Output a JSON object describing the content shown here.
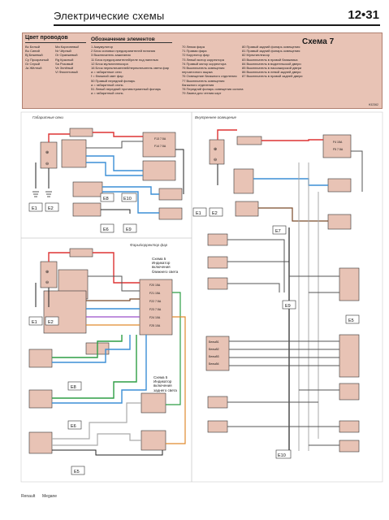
{
  "header": {
    "title": "Электрические схемы",
    "page_number": "12•31"
  },
  "legend": {
    "wire_colors_title": "Цвет проводов",
    "wire_colors_col1": [
      "Вс Белый",
      "Bu Синий",
      "Bj Бежевый",
      "Cy Прозрачный",
      "Gr Серый",
      "Ja Жёлтый"
    ],
    "wire_colors_col2": [
      "Мa Коричневый",
      "Nr Чёрный",
      "Or Оранжевый",
      "Rg Красный",
      "Sa Розовый",
      "Ve Зелёный",
      "Vi Фиолетовый"
    ],
    "elements_title": "Обозначение элементов",
    "elements_col1": [
      "1 Аккумулятор",
      "2 Блок силовых предохранителей питания",
      "3 Выключатель зажигания",
      "11 Блок предохранителей/реле под панелью",
      "12 Блок мультиплексора",
      "16 Блок переключателей/переключатель света фар",
      "a = габаритные огни",
      "f = ближний свет фар",
      "50 Правый передний фонарь",
      "a = габаритный огонь",
      "51 Левый передний противотуманный фонарь",
      "a = габаритный огонь"
    ],
    "elements_col2": [
      "70 Левая фара",
      "71 Правая фара",
      "72 Корректор фар",
      "73 Левый мотор корректора",
      "74 Правый мотор корректора",
      "75 Выключатель освещения",
      "перчаточного ящика",
      "76 Освещение багажного отделения",
      "77 Выключатель освещения",
      "багажного отделения",
      "78 Передний фонарь освещения салона",
      "79 Лампа для чтения карт"
    ],
    "elements_col3": [
      "80 Правый задний фонарь освещения",
      "81 Правый задний фонарь освещения",
      "82 Мультиплексор",
      "83 Выключатель в правой багажника",
      "84 Выключатель в водительской двери",
      "85 Выключатель в пассажирской двери",
      "86 Выключатель в левой задней двери",
      "87 Выключатель в правой задней двери"
    ],
    "scheme_title": "Схема 7",
    "code": "Н32362"
  },
  "sections": {
    "top_left": "Габаритные огни",
    "top_right": "Внутреннее освещение",
    "mid_left": "Фары/корректор фар"
  },
  "notes": {
    "note1": [
      "Схема 5",
      "Индикатор",
      "включения",
      "ближнего света"
    ],
    "note2": [
      "Схема 5",
      "Индикатор",
      "включения",
      "заднего света"
    ]
  },
  "grounds": {
    "tl": [
      "E1",
      "E2",
      "E8",
      "E10",
      "E6",
      "E9"
    ],
    "tr": [
      "E1",
      "E2",
      "E7",
      "E9",
      "E5",
      "E10"
    ],
    "ml": [
      "E1",
      "E2",
      "E8",
      "E6",
      "E5"
    ]
  },
  "fuses": {
    "tl_group": [
      "F13 7.5A",
      "F14 7.5A"
    ],
    "tr_group": [
      "F4 15A",
      "F5 7.5A"
    ],
    "ml_group": [
      "F20 15A",
      "F21 15A",
      "F22 7.5A",
      "F23 7.5A",
      "F24 10A",
      "F25 10A"
    ]
  },
  "right_switch_labels": [
    "Белый1",
    "Белый2",
    "Белый3",
    "Белый4"
  ],
  "footer": {
    "brand": "Renault",
    "model": "Megane"
  }
}
